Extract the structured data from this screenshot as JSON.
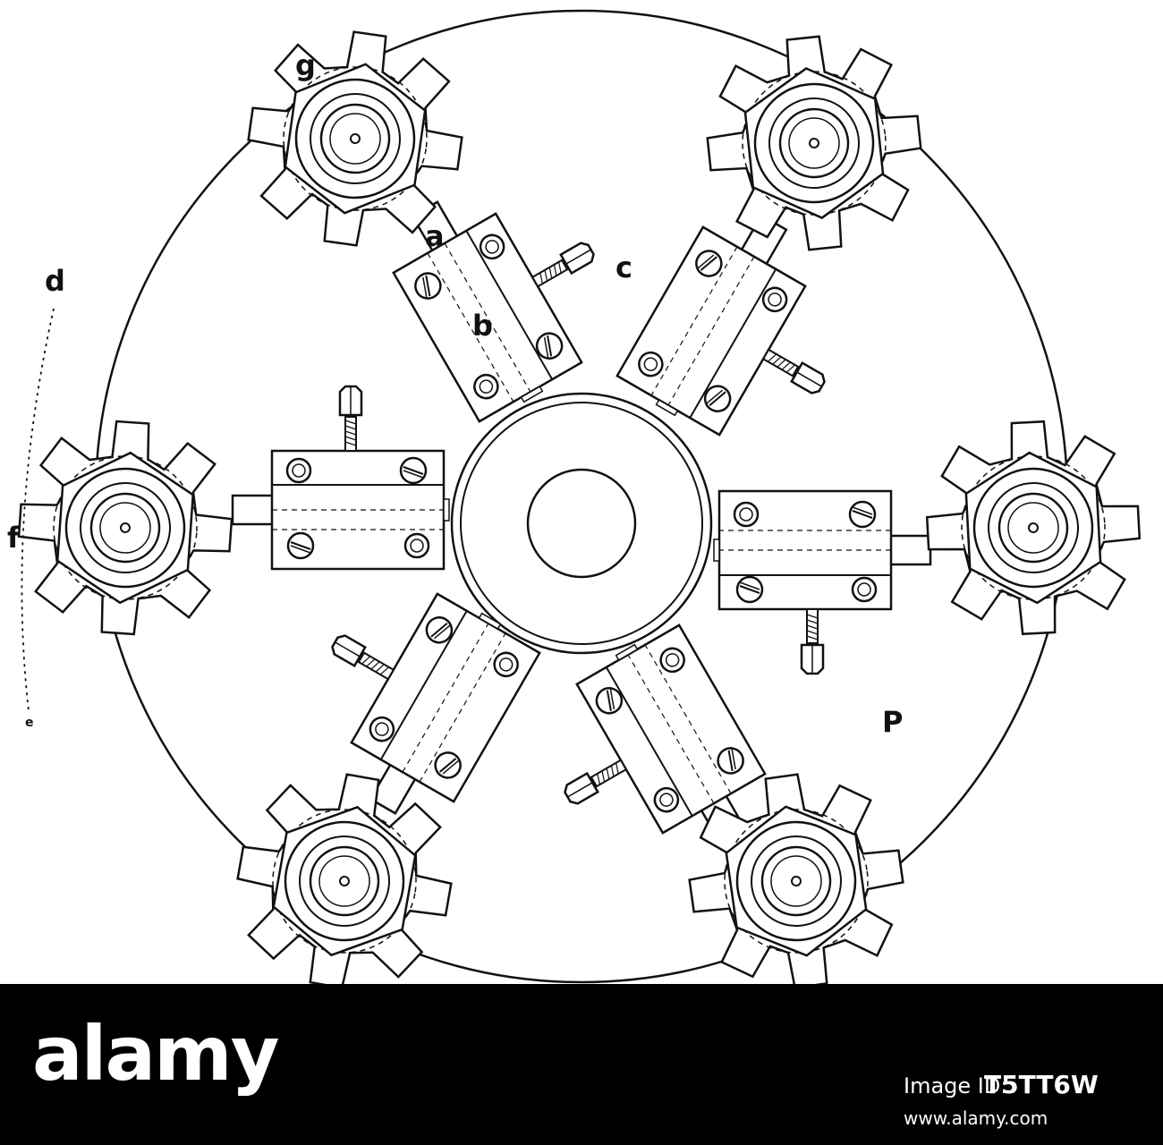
{
  "figure": {
    "labels": {
      "a": "a",
      "b": "b",
      "c": "c",
      "d": "d",
      "e": "e",
      "f": "f",
      "g": "g",
      "p": "P"
    }
  },
  "footer": {
    "logo": "alamy",
    "image_id_label": "Image ID:",
    "image_id": "T5TT6W",
    "url": "www.alamy.com"
  },
  "colors": {
    "ink": "#111111",
    "paper": "#ffffff",
    "footer": "#000000"
  }
}
